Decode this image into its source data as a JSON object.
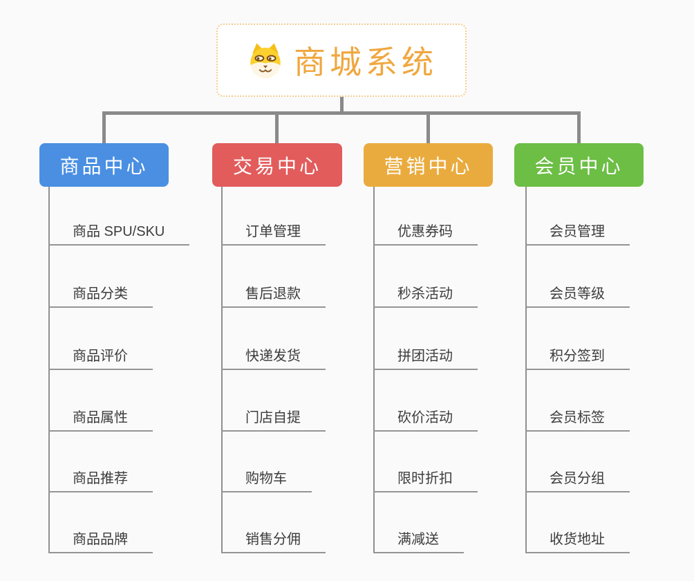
{
  "background": "#fafafa",
  "root": {
    "label": "商城系统",
    "text_color": "#f0a73f",
    "border_color": "#f3cc8f",
    "icon": "shiba-dog-icon"
  },
  "connectors": {
    "tree_color": "#8a8a8a",
    "column_color": "#8f8f8f",
    "underline_color": "#949494"
  },
  "branch_text_color": "#ffffff",
  "item_text_color": "#3c3c3c",
  "branches": [
    {
      "label": "商品中心",
      "color": "#4a8fe2",
      "items": [
        "商品 SPU/SKU",
        "商品分类",
        "商品评价",
        "商品属性",
        "商品推荐",
        "商品品牌"
      ]
    },
    {
      "label": "交易中心",
      "color": "#e25c5c",
      "items": [
        "订单管理",
        "售后退款",
        "快递发货",
        "门店自提",
        "购物车",
        "销售分佣"
      ]
    },
    {
      "label": "营销中心",
      "color": "#eaab3e",
      "items": [
        "优惠券码",
        "秒杀活动",
        "拼团活动",
        "砍价活动",
        "限时折扣",
        "满减送"
      ]
    },
    {
      "label": "会员中心",
      "color": "#6cbe45",
      "items": [
        "会员管理",
        "会员等级",
        "积分签到",
        "会员标签",
        "会员分组",
        "收货地址"
      ]
    }
  ]
}
